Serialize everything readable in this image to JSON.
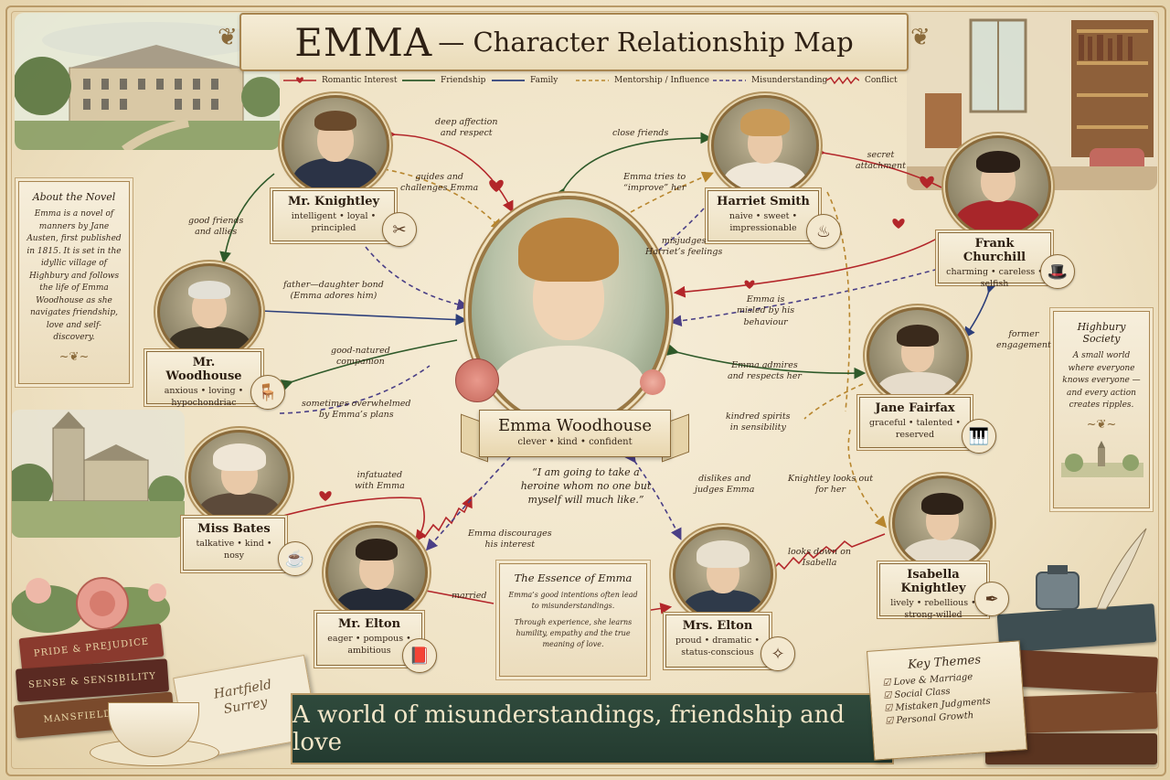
{
  "title": {
    "main": "EMMA",
    "sub": "— Character Relationship Map"
  },
  "legend": [
    {
      "label": "Romantic Interest",
      "color": "#b3262a",
      "style": "heart"
    },
    {
      "label": "Friendship",
      "color": "#2f5a2a",
      "style": "solid"
    },
    {
      "label": "Family",
      "color": "#2d3f7a",
      "style": "solid"
    },
    {
      "label": "Mentorship / Influence",
      "color": "#b8862e",
      "style": "dashed"
    },
    {
      "label": "Misunderstanding",
      "color": "#4a3f86",
      "style": "dashed"
    },
    {
      "label": "Conflict",
      "color": "#b3262a",
      "style": "zigzag"
    }
  ],
  "emma": {
    "name": "Emma Woodhouse",
    "traits": "clever • kind • confident",
    "quote": "“I am going to take a heroine whom no one but myself will much like.”"
  },
  "characters": {
    "knightley": {
      "name": "Mr. Knightley",
      "traits": "intelligent • loyal • principled"
    },
    "harriet": {
      "name": "Harriet Smith",
      "traits": "naive • sweet • impressionable"
    },
    "frank": {
      "name": "Frank Churchill",
      "traits": "charming • careless • selfish"
    },
    "woodhouse": {
      "name": "Mr. Woodhouse",
      "traits": "anxious • loving • hypochondriac"
    },
    "jane": {
      "name": "Jane Fairfax",
      "traits": "graceful • talented • reserved"
    },
    "bates": {
      "name": "Miss Bates",
      "traits": "talkative • kind • nosy"
    },
    "elton": {
      "name": "Mr. Elton",
      "traits": "eager • pompous • ambitious"
    },
    "mrselton": {
      "name": "Mrs. Elton",
      "traits": "proud • dramatic • status-conscious"
    },
    "isabella": {
      "name": "Isabella Knightley",
      "traits": "lively • rebellious • strong-willed"
    }
  },
  "labels": {
    "deep_affection": "deep affection\nand respect",
    "guides": "guides and\nchallenges Emma",
    "good_friends": "good friends\nand allies",
    "close_friends": "close friends",
    "improve": "Emma tries to\n“improve” her",
    "misjudges": "misjudges\nHarriet’s feelings",
    "secret": "secret\nattachment",
    "father": "father—daughter bond\n(Emma adores him)",
    "misled": "Emma is\nmisled by his\nbehaviour",
    "companion": "good-natured\ncompanion",
    "overwhelmed": "sometimes overwhelmed\nby Emma’s plans",
    "former": "former\nengagement",
    "admires": "Emma admires\nand respects her",
    "kindred": "kindred spirits\nin sensibility",
    "infatuated": "infatuated\nwith Emma",
    "discourages": "Emma discourages\nhis interest",
    "dislikes": "dislikes and\njudges Emma",
    "knightley_looks": "Knightley looks out\nfor her",
    "looks_down": "looks down on\nIsabella",
    "married": "married"
  },
  "about": {
    "heading": "About the Novel",
    "text": "Emma is a novel of manners by Jane Austen, first published in 1815. It is set in the idyllic village of Highbury and follows the life of Emma Woodhouse as she navigates friendship, love and self-discovery."
  },
  "highbury": {
    "heading": "Highbury Society",
    "text": "A small world where everyone knows everyone — and every action creates ripples."
  },
  "essence": {
    "heading": "The Essence of Emma",
    "p1": "Emma’s good intentions often lead to misunderstandings.",
    "p2": "Through experience, she learns humility, empathy and the true meaning of love."
  },
  "themes": {
    "heading": "Key Themes",
    "items": [
      "Love & Marriage",
      "Social Class",
      "Mistaken Judgments",
      "Personal Growth"
    ]
  },
  "bottom_banner": "A world of misunderstandings, friendship and love",
  "books": [
    "PRIDE & PREJUDICE",
    "SENSE & SENSIBILITY",
    "MANSFIELD PARK"
  ],
  "note": {
    "line1": "Hartfield",
    "line2": "Surrey"
  }
}
